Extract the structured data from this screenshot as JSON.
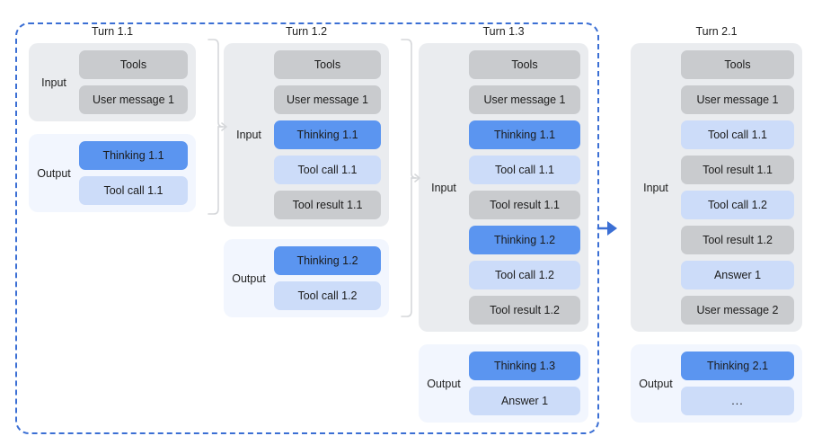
{
  "diagram": {
    "title_note": "",
    "colors": {
      "dashed_border": "#3b6fd4",
      "input_panel_bg": "#eaecef",
      "output_panel_bg": "#f2f6fe",
      "chip_gray": "#c9cbce",
      "chip_thinking": "#5b95f0",
      "chip_blue_light": "#ccdcf9",
      "bracket": "#d5d7da",
      "arrow_blue": "#3b6fd4"
    },
    "labels": {
      "input": "Input",
      "output": "Output"
    }
  },
  "columns": [
    {
      "id": "turn-1-1",
      "title": "Turn 1.1",
      "input": {
        "label": "Input",
        "chips": [
          {
            "text": "Tools",
            "style": "gray"
          },
          {
            "text": "User message 1",
            "style": "gray"
          }
        ]
      },
      "output": {
        "label": "Output",
        "chips": [
          {
            "text": "Thinking 1.1",
            "style": "blue-solid"
          },
          {
            "text": "Tool call 1.1",
            "style": "blue-light"
          }
        ]
      }
    },
    {
      "id": "turn-1-2",
      "title": "Turn 1.2",
      "input": {
        "label": "Input",
        "chips": [
          {
            "text": "Tools",
            "style": "gray"
          },
          {
            "text": "User message 1",
            "style": "gray"
          },
          {
            "text": "Thinking 1.1",
            "style": "blue-solid"
          },
          {
            "text": "Tool call 1.1",
            "style": "blue-light"
          },
          {
            "text": "Tool result 1.1",
            "style": "gray"
          }
        ]
      },
      "output": {
        "label": "Output",
        "chips": [
          {
            "text": "Thinking 1.2",
            "style": "blue-solid"
          },
          {
            "text": "Tool call 1.2",
            "style": "blue-light"
          }
        ]
      }
    },
    {
      "id": "turn-1-3",
      "title": "Turn 1.3",
      "input": {
        "label": "Input",
        "chips": [
          {
            "text": "Tools",
            "style": "gray"
          },
          {
            "text": "User message 1",
            "style": "gray"
          },
          {
            "text": "Thinking 1.1",
            "style": "blue-solid"
          },
          {
            "text": "Tool call 1.1",
            "style": "blue-light"
          },
          {
            "text": "Tool result 1.1",
            "style": "gray"
          },
          {
            "text": "Thinking 1.2",
            "style": "blue-solid"
          },
          {
            "text": "Tool call 1.2",
            "style": "blue-light"
          },
          {
            "text": "Tool result 1.2",
            "style": "gray"
          }
        ]
      },
      "output": {
        "label": "Output",
        "chips": [
          {
            "text": "Thinking 1.3",
            "style": "blue-solid"
          },
          {
            "text": "Answer 1",
            "style": "blue-light"
          }
        ]
      }
    },
    {
      "id": "turn-2-1",
      "title": "Turn 2.1",
      "input": {
        "label": "Input",
        "chips": [
          {
            "text": "Tools",
            "style": "gray"
          },
          {
            "text": "User message 1",
            "style": "gray"
          },
          {
            "text": "Tool call 1.1",
            "style": "blue-light"
          },
          {
            "text": "Tool result 1.1",
            "style": "gray"
          },
          {
            "text": "Tool call 1.2",
            "style": "blue-light"
          },
          {
            "text": "Tool result 1.2",
            "style": "gray"
          },
          {
            "text": "Answer 1",
            "style": "blue-light"
          },
          {
            "text": "User message 2",
            "style": "gray"
          }
        ]
      },
      "output": {
        "label": "Output",
        "chips": [
          {
            "text": "Thinking 2.1",
            "style": "blue-solid"
          },
          {
            "text": "...",
            "style": "blue-light dots"
          }
        ]
      }
    }
  ],
  "connectors": [
    {
      "id": "bracket-1-to-2",
      "kind": "bracket-arrow"
    },
    {
      "id": "bracket-2-to-3",
      "kind": "bracket-arrow"
    },
    {
      "id": "turn-boundary-arrow",
      "kind": "arrow"
    }
  ]
}
